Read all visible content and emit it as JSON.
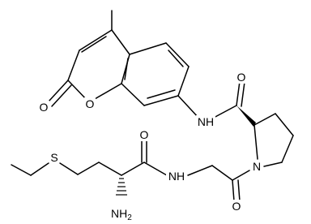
{
  "atoms": {
    "o_lactone_carbonyl": "O",
    "o_ring": "O",
    "nh_anilide": "NH",
    "o_proline_carbonyl": "O",
    "n_proline": "N",
    "o_glycine_carbonyl": "O",
    "nh_amide": "NH",
    "o_methionine_carbonyl": "O",
    "s_thioether": "S",
    "nh2_amine": {
      "main": "NH",
      "sub": "2"
    }
  }
}
